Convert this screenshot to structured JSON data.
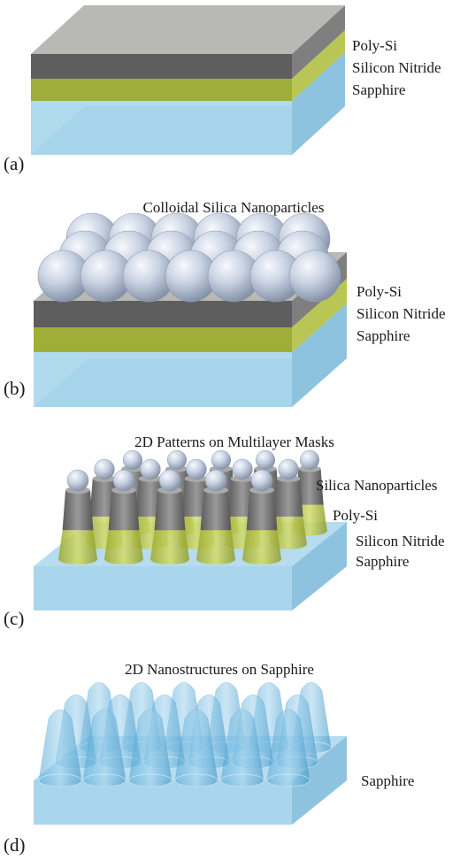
{
  "colors": {
    "poly_si": "#9e9e9e",
    "silicon_nitride": "#b3c43c",
    "sapphire": "#a9d6ec",
    "silica": "#c9d3e3"
  },
  "panel_a": {
    "label": "(a)",
    "layers": [
      "Poly-Si",
      "Silicon Nitride",
      "Sapphire"
    ]
  },
  "panel_b": {
    "label": "(b)",
    "title": "Colloidal Silica Nanoparticles",
    "layers": [
      "Poly-Si",
      "Silicon Nitride",
      "Sapphire"
    ]
  },
  "panel_c": {
    "label": "(c)",
    "title": "2D Patterns on Multilayer Masks",
    "layers": [
      "Silica Nanoparticles",
      "Poly-Si",
      "Silicon Nitride",
      "Sapphire"
    ]
  },
  "panel_d": {
    "label": "(d)",
    "title": "2D Nanostructures on Sapphire",
    "layers": [
      "Sapphire"
    ]
  }
}
